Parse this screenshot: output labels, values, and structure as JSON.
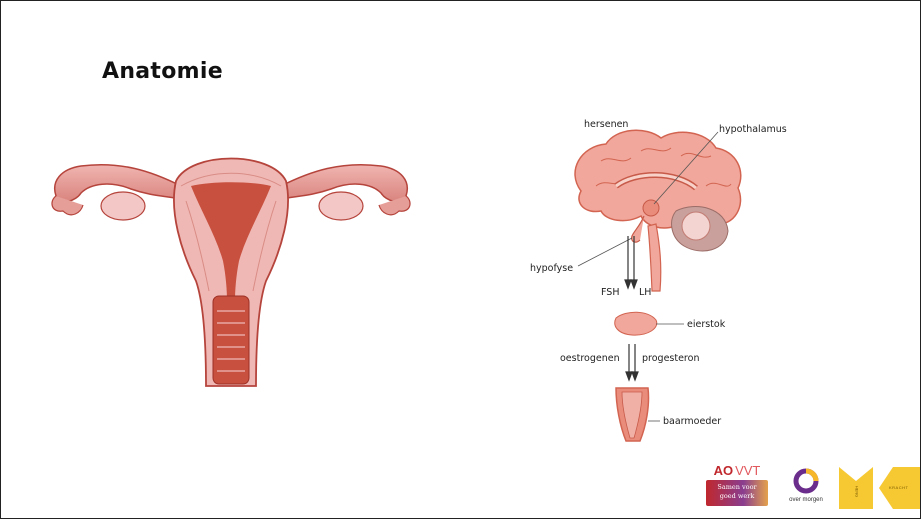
{
  "slide": {
    "title": "Anatomie"
  },
  "diagram": {
    "labels": {
      "brain": "hersenen",
      "hypothalamus": "hypothalamus",
      "pituitary": "hypofyse",
      "fsh": "FSH",
      "lh": "LH",
      "ovary": "eierstok",
      "estrogen": "oestrogenen",
      "progesterone": "progesteron",
      "uterus": "baarmoeder"
    }
  },
  "logos": {
    "aovvt_ao": "AO",
    "aovvt_vvt": "VVT",
    "aovvt_tagline_1": "Samen voor",
    "aovvt_tagline_2": "goed werk",
    "overmorgen": "over morgen",
    "m_small": "HENG",
    "kracht": "KRACHT"
  },
  "colors": {
    "tissue_pink": "#e8a7a4",
    "tissue_dark": "#b5443c",
    "uterus_inner": "#c8503f",
    "arrow": "#333333",
    "aovvt_red": "#c0282d",
    "overmorgen_purple": "#6b2d8c",
    "m_yellow": "#f6c832"
  }
}
